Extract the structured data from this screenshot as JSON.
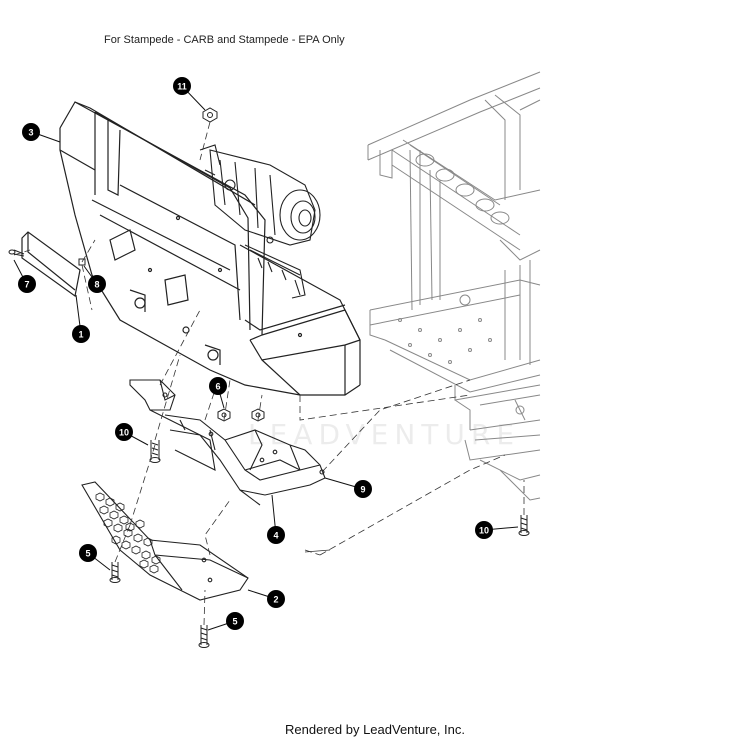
{
  "diagram": {
    "header_note": "For Stampede - CARB and Stampede - EPA Only",
    "footer": "Rendered by LeadVenture, Inc.",
    "watermark": "LEADVENTURE",
    "callouts": [
      "11",
      "3",
      "7",
      "8",
      "1",
      "6",
      "10",
      "9",
      "4",
      "5",
      "2",
      "5",
      "10"
    ]
  }
}
